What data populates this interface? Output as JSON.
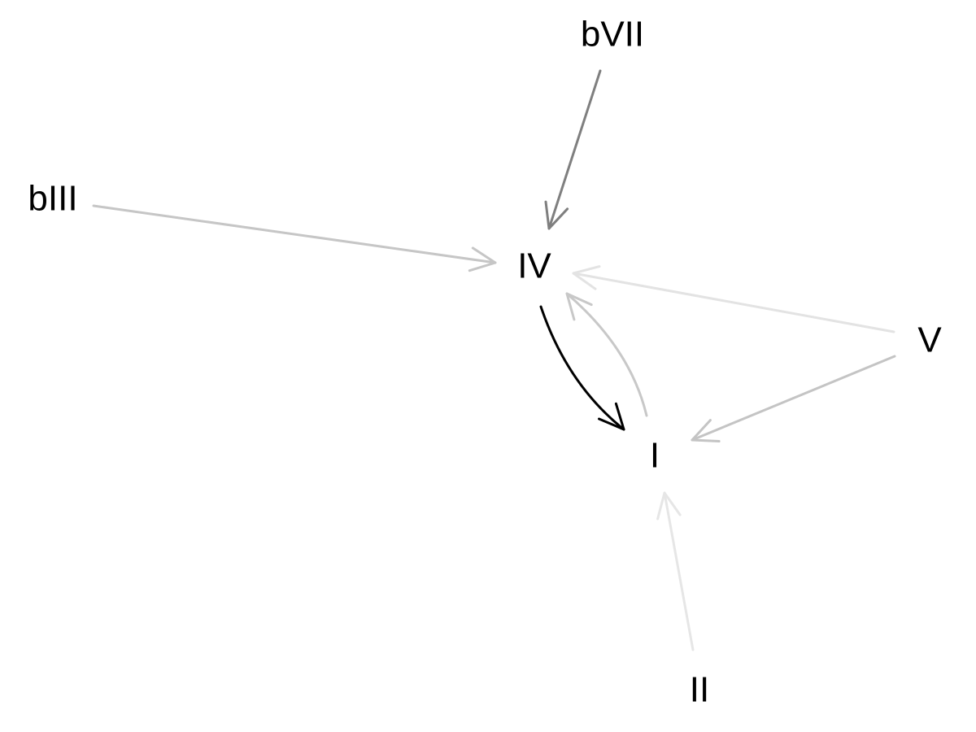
{
  "nodes": [
    {
      "id": "bVII",
      "label": "bVII"
    },
    {
      "id": "bIII",
      "label": "bIII"
    },
    {
      "id": "IV",
      "label": "IV"
    },
    {
      "id": "V",
      "label": "V"
    },
    {
      "id": "I",
      "label": "I"
    },
    {
      "id": "II",
      "label": "II"
    }
  ],
  "edges": [
    {
      "from": "bVII",
      "to": "IV",
      "color": "#7f7f7f"
    },
    {
      "from": "bIII",
      "to": "IV",
      "color": "#c6c6c6"
    },
    {
      "from": "V",
      "to": "IV",
      "color": "#e3e3e3"
    },
    {
      "from": "IV",
      "to": "I",
      "color": "#000000"
    },
    {
      "from": "I",
      "to": "IV",
      "color": "#c8c8c8"
    },
    {
      "from": "V",
      "to": "I",
      "color": "#c4c4c4"
    },
    {
      "from": "II",
      "to": "I",
      "color": "#e6e6e6"
    }
  ]
}
